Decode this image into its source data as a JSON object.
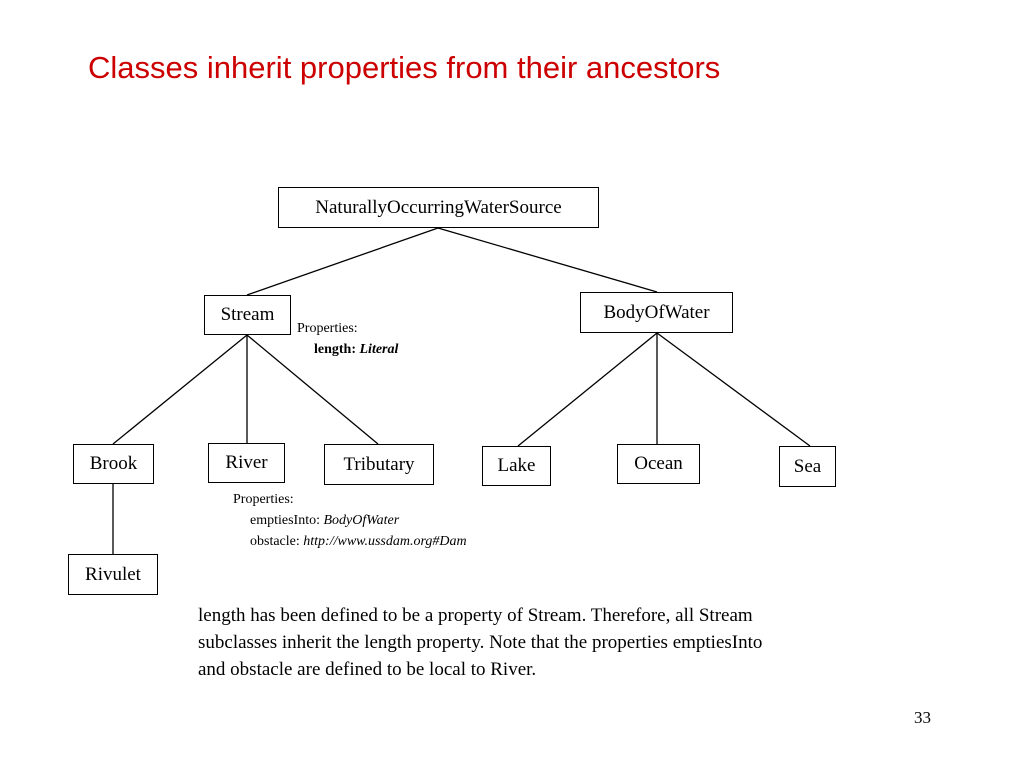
{
  "title": "Classes inherit properties from their ancestors",
  "nodes": {
    "root": "NaturallyOccurringWaterSource",
    "stream": "Stream",
    "body_of_water": "BodyOfWater",
    "brook": "Brook",
    "river": "River",
    "tributary": "Tributary",
    "lake": "Lake",
    "ocean": "Ocean",
    "sea": "Sea",
    "rivulet": "Rivulet"
  },
  "stream_properties": {
    "heading": "Properties:",
    "name": "length:",
    "type": "Literal"
  },
  "river_properties": {
    "heading": "Properties:",
    "items": [
      {
        "name": "emptiesInto:",
        "value": "BodyOfWater"
      },
      {
        "name": "obstacle:",
        "value": "http://www.ussdam.org#Dam"
      }
    ]
  },
  "caption_lines": [
    "length has been defined to be a property of Stream.  Therefore, all Stream",
    "subclasses inherit the length property.  Note that the properties emptiesInto",
    "and obstacle are defined to be local to River."
  ],
  "page_number": "33"
}
